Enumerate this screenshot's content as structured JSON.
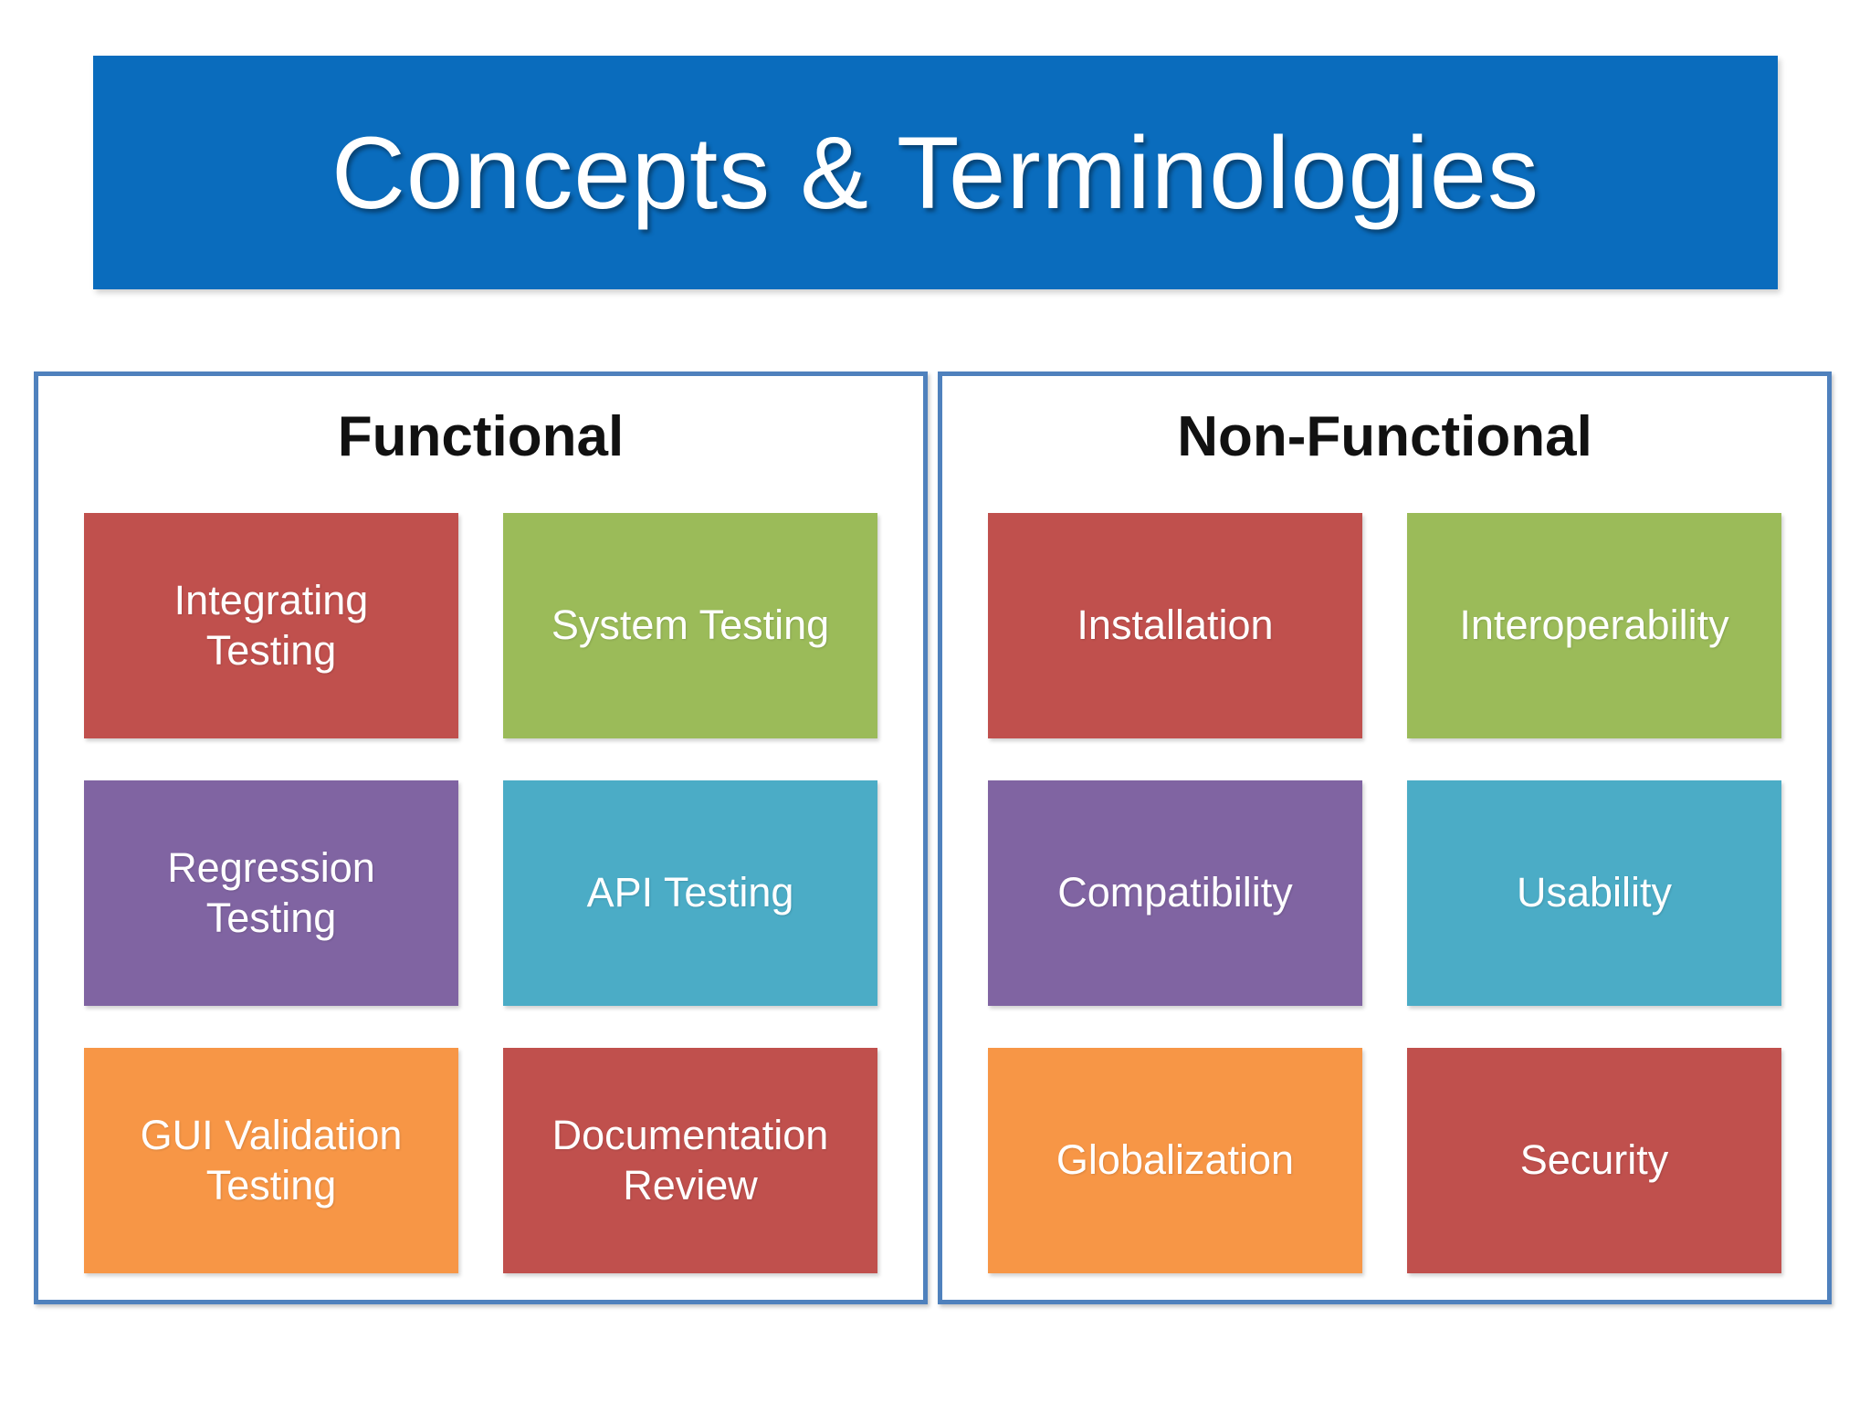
{
  "title": {
    "text": "Concepts & Terminologies"
  },
  "colors": {
    "banner_blue": "#0A6CBD",
    "panel_border": "#4F81BD",
    "box_red": "#C0504D",
    "box_green": "#9BBB59",
    "box_purple": "#8064A2",
    "box_teal": "#4BACC6",
    "box_orange": "#F79646",
    "heading_text": "#111111",
    "box_text": "#FFFFFF"
  },
  "panels": [
    {
      "heading": "Functional",
      "boxes": [
        {
          "label": "Integrating Testing",
          "color": "#C0504D"
        },
        {
          "label": "System Testing",
          "color": "#9BBB59"
        },
        {
          "label": "Regression Testing",
          "color": "#8064A2"
        },
        {
          "label": "API Testing",
          "color": "#4BACC6"
        },
        {
          "label": "GUI Validation Testing",
          "color": "#F79646"
        },
        {
          "label": "Documentation Review",
          "color": "#C0504D"
        }
      ]
    },
    {
      "heading": "Non-Functional",
      "boxes": [
        {
          "label": "Installation",
          "color": "#C0504D"
        },
        {
          "label": "Interoperability",
          "color": "#9BBB59"
        },
        {
          "label": "Compatibility",
          "color": "#8064A2"
        },
        {
          "label": "Usability",
          "color": "#4BACC6"
        },
        {
          "label": "Globalization",
          "color": "#F79646"
        },
        {
          "label": "Security",
          "color": "#C0504D"
        }
      ]
    }
  ]
}
